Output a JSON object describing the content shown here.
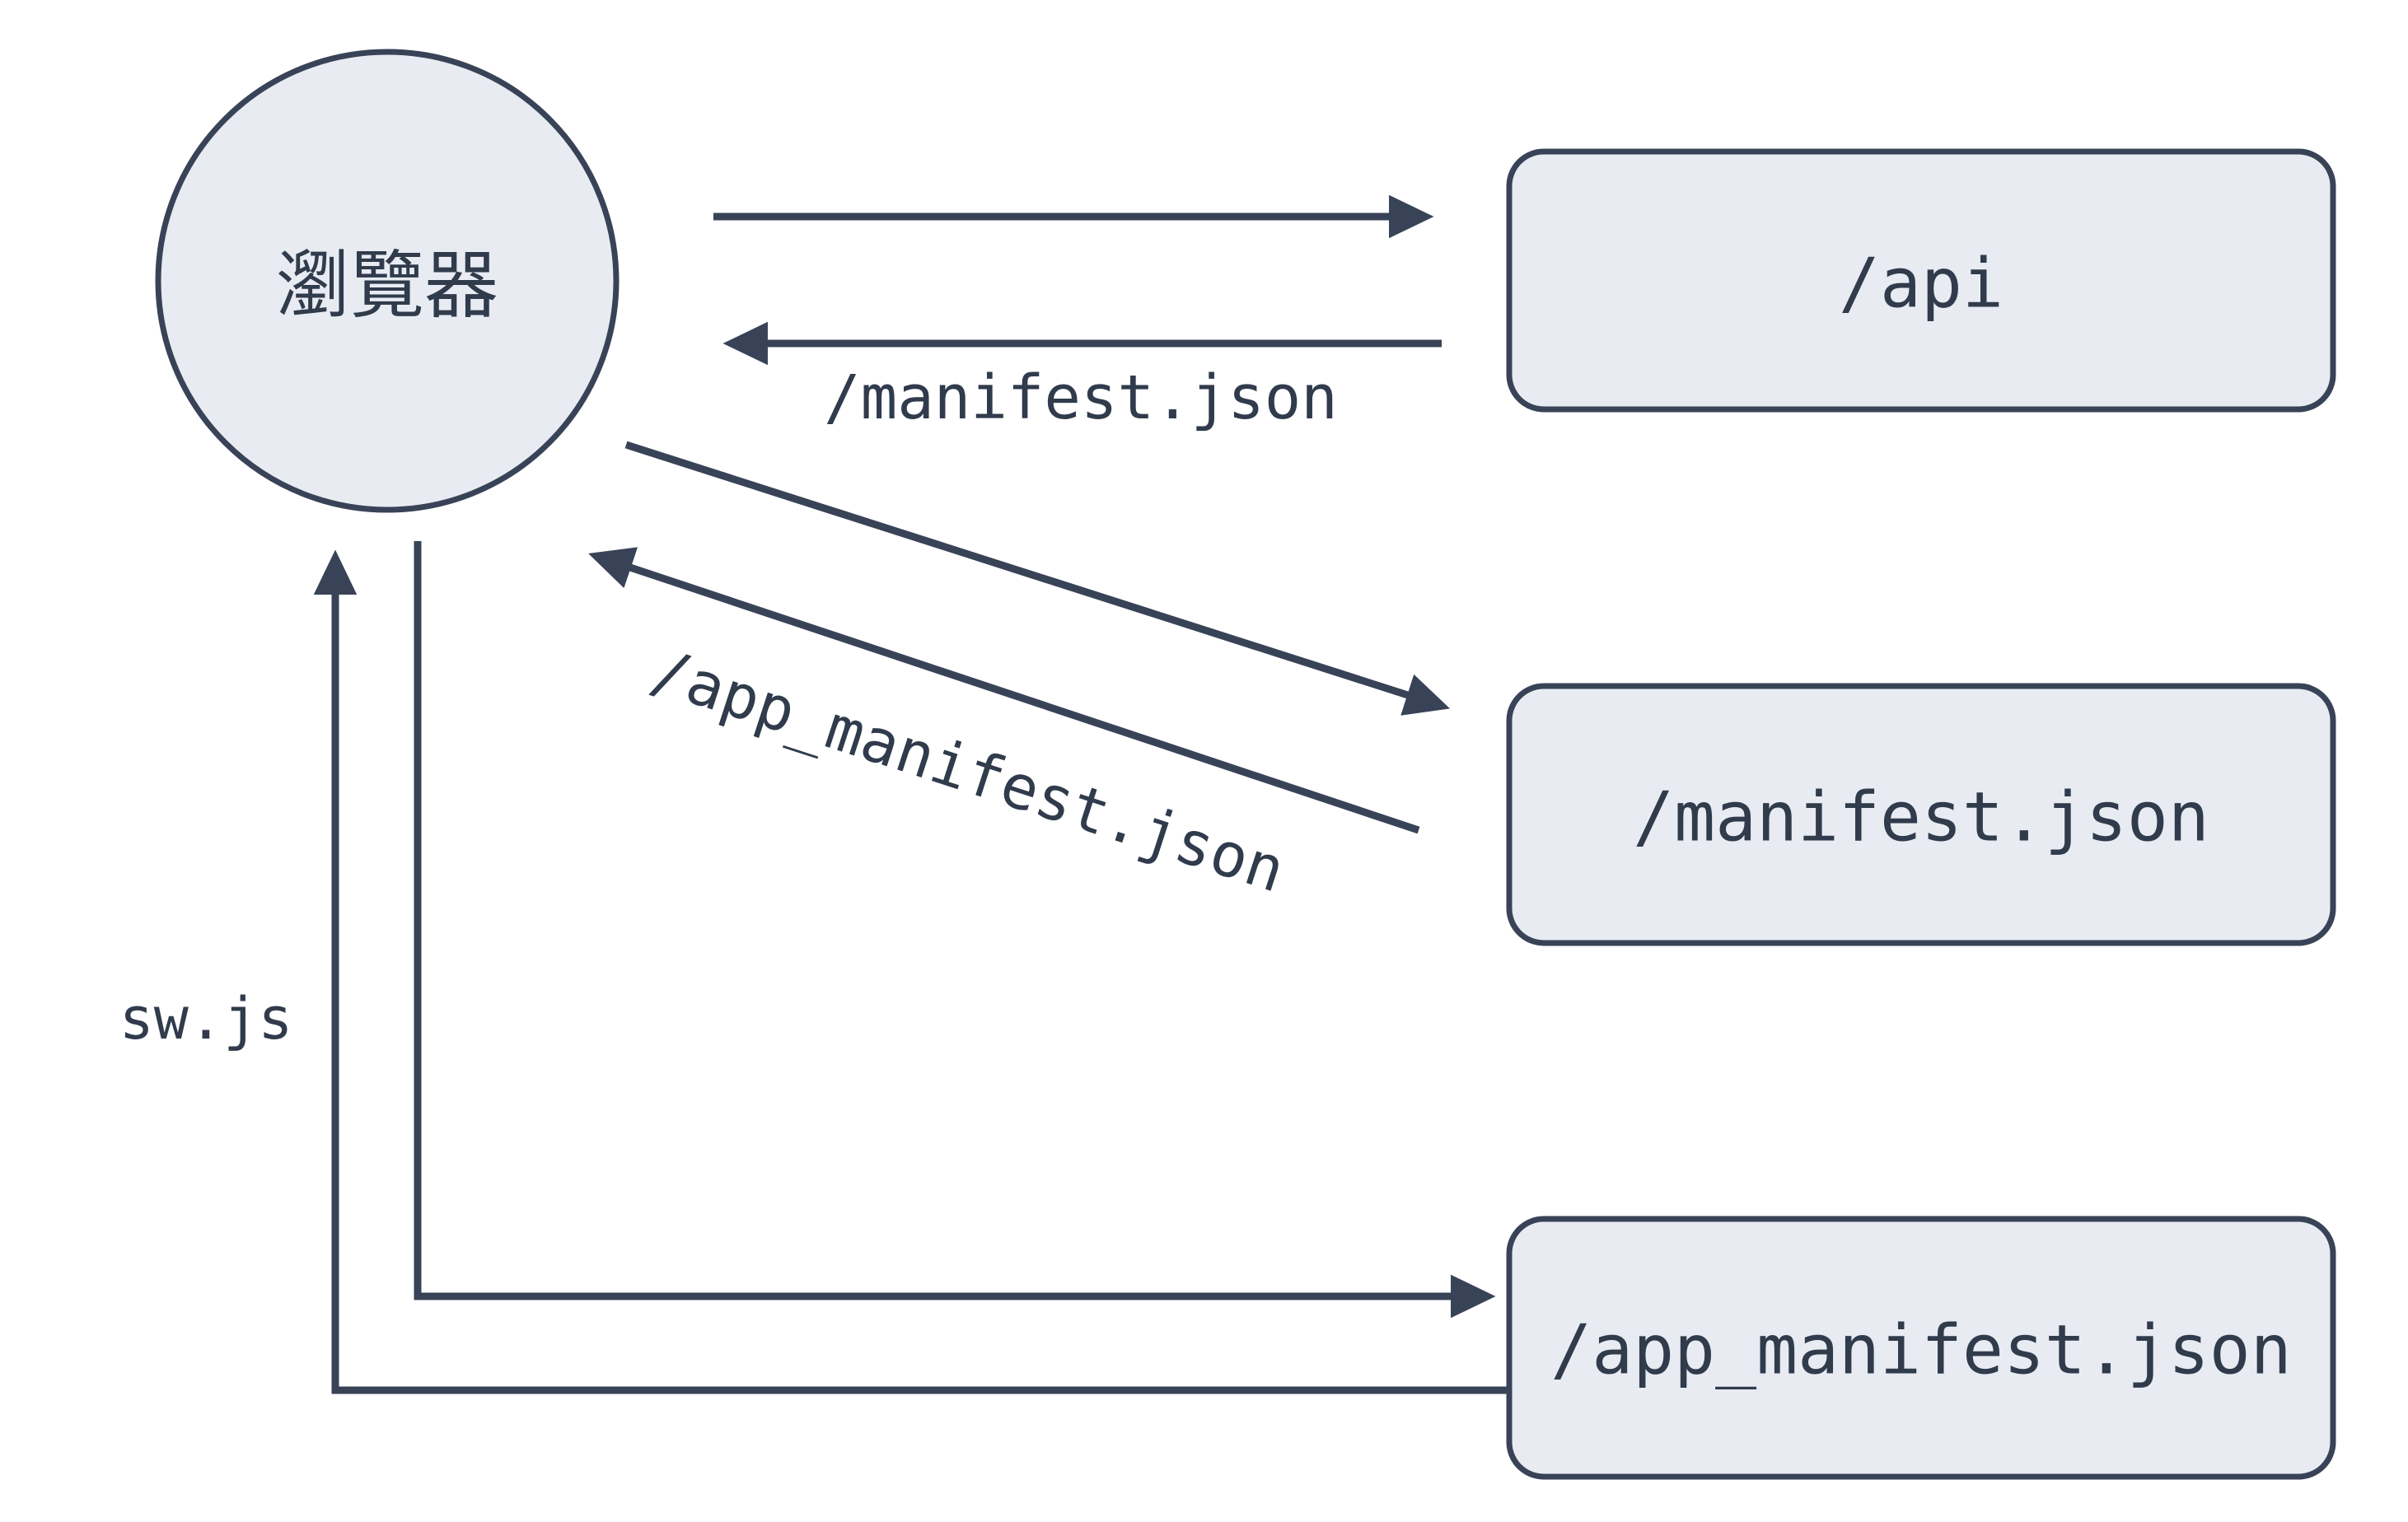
{
  "diagram_type": "flow-diagram",
  "nodes": {
    "browser": {
      "label": "瀏覽器",
      "shape": "circle"
    },
    "api": {
      "label": "/api",
      "shape": "rounded-rect"
    },
    "manifest": {
      "label": "/manifest.json",
      "shape": "rounded-rect"
    },
    "app_manifest": {
      "label": "/app_manifest.json",
      "shape": "rounded-rect"
    }
  },
  "edge_labels": {
    "api_response": "/manifest.json",
    "manifest_response": "/app_manifest.json",
    "app_manifest_response": "sw.js"
  },
  "edges": [
    {
      "from": "browser",
      "to": "api",
      "label": ""
    },
    {
      "from": "api",
      "to": "browser",
      "label": "/manifest.json"
    },
    {
      "from": "browser",
      "to": "manifest",
      "label": ""
    },
    {
      "from": "manifest",
      "to": "browser",
      "label": "/app_manifest.json"
    },
    {
      "from": "browser",
      "to": "app_manifest",
      "label": ""
    },
    {
      "from": "app_manifest",
      "to": "browser",
      "label": "sw.js"
    }
  ],
  "colors": {
    "background": "#ffffff",
    "line": "#394357",
    "text": "#303b4c",
    "node_fill": "#e8ebf2"
  }
}
